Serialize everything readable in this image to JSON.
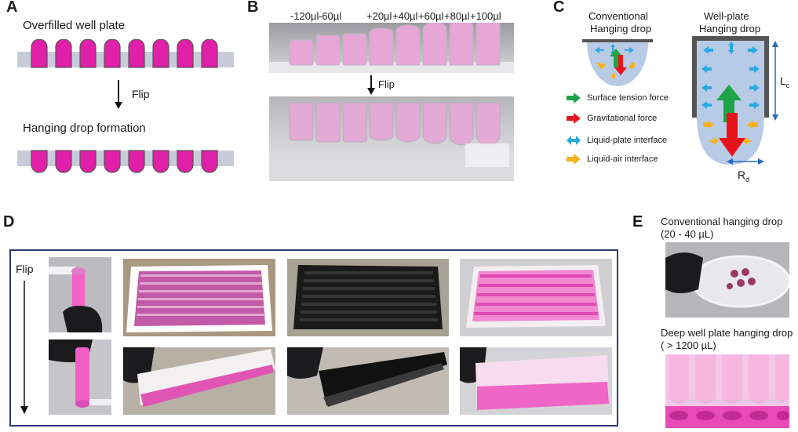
{
  "panels": {
    "a": {
      "letter": "A",
      "top_label": "Overfilled well plate",
      "action": "Flip",
      "bottom_label": "Hanging drop formation"
    },
    "b": {
      "letter": "B",
      "volumes": [
        "-120µl",
        "-60µl",
        "+20µl",
        "+40µl",
        "+60µl",
        "+80µl",
        "+100µl"
      ],
      "action": "Flip"
    },
    "c": {
      "letter": "C",
      "conventional_title": [
        "Conventional",
        "Hanging drop"
      ],
      "wellplate_title": [
        "Well-plate",
        "Hanging drop"
      ],
      "legend": [
        {
          "label": "Surface tension force",
          "color": "#1fa347"
        },
        {
          "label": "Gravitational force",
          "color": "#e8141b"
        },
        {
          "label": "Liquid-plate interface",
          "color": "#29a9e1"
        },
        {
          "label": "Liquid-air interface",
          "color": "#f7b21a"
        }
      ],
      "dim_lc": "L",
      "dim_lc_sub": "c",
      "dim_rd": "R",
      "dim_rd_sub": "d"
    },
    "d": {
      "letter": "D",
      "action": "Flip"
    },
    "e": {
      "letter": "E",
      "conventional_label": [
        "Conventional hanging drop",
        "(20 - 40 µL)"
      ],
      "deep_label": [
        "Deep well plate hanging drop",
        "( > 1200 µL)"
      ]
    }
  },
  "colors": {
    "magenta": "#e020a8",
    "plate": "#c8ccd8",
    "drop_fill": "#b8cbe6",
    "frame": "#2d3a78"
  }
}
